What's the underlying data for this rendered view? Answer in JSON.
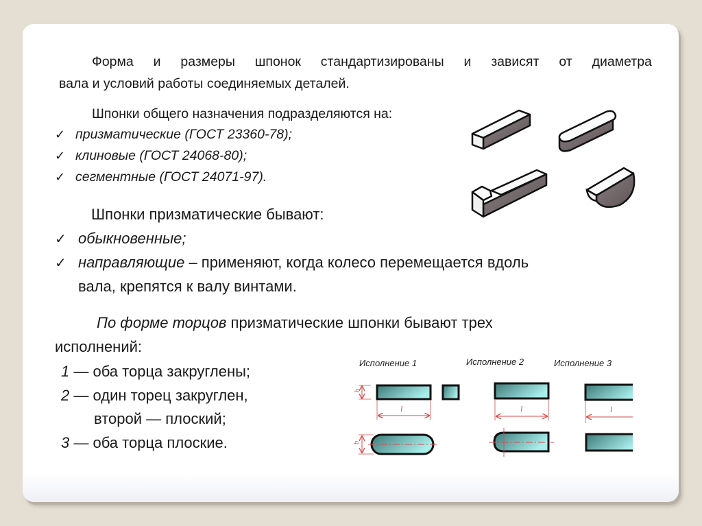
{
  "intro": {
    "line1_words": [
      "Форма",
      "и",
      "размеры",
      "шпонок",
      "стандартизированы",
      "и",
      "зависят",
      "от",
      "диаметра"
    ],
    "line2": "вала и условий работы соединяемых деталей."
  },
  "general_purpose": {
    "heading": "Шпонки общего назначения подразделяются на:",
    "items": [
      "призматические (ГОСТ 23360-78);",
      "клиновые (ГОСТ 24068-80);",
      "сегментные (ГОСТ 24071-97)."
    ]
  },
  "prismatic_types": {
    "heading": "Шпонки призматические бывают:",
    "item1": "обыкновенные;",
    "item2_term": "направляющие",
    "item2_rest": " – применяют, когда колесо перемещается вдоль",
    "item2_cont": "вала, крепятся к валу винтами."
  },
  "end_shapes": {
    "line1_italic": "По форме торцов",
    "line1_rest": " призматические шпонки бывают трех",
    "line2": "исполнений:",
    "variants": [
      {
        "num": "1",
        "text": " — оба торца закруглены;"
      },
      {
        "num": "2",
        "text": " — один торец закруглен,"
      },
      {
        "num": "",
        "text": "второй — плоский;"
      },
      {
        "num": "3",
        "text": " — оба торца плоские."
      }
    ]
  },
  "diagram": {
    "labels": [
      "Исполнение 1",
      "Исполнение 2",
      "Исполнение 3"
    ],
    "dimension_l": "l",
    "dimension_h": "h",
    "dimension_b": "b",
    "colors": {
      "fill_dark": "#3e7a78",
      "fill_light": "#a8eeec",
      "dimension": "#d94a4a",
      "outline": "#111111"
    }
  },
  "key_images": [
    "prismatic-key",
    "rounded-prismatic-key",
    "gib-head-key",
    "woodruff-key"
  ],
  "check_glyph": "✓"
}
